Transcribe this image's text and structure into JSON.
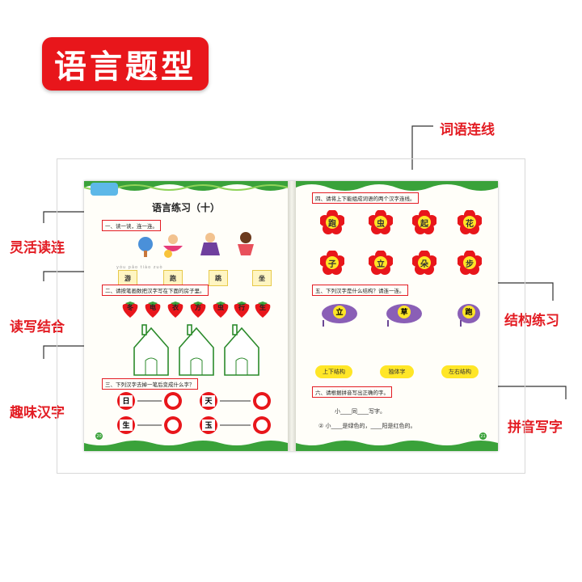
{
  "badge": {
    "title": "语言题型"
  },
  "labels": {
    "word_match": "词语连线",
    "flexible": "灵活读连",
    "read_write": "读写结合",
    "fun_chars": "趣味汉字",
    "structure": "结构练习",
    "pinyin": "拼音写字"
  },
  "left_page": {
    "title": "语言练习（十）",
    "q1": "一、读一读，连一连。",
    "q1_words": [
      "游",
      "跑",
      "跳",
      "坐"
    ],
    "q2": "二、请按笔画数把汉字写在下面的房子里。",
    "q2_chars": [
      "冬",
      "电",
      "衣",
      "方",
      "虫",
      "行",
      "生"
    ],
    "q3": "三、下列汉字去掉一笔后变成什么字？",
    "q3_chars": [
      "日",
      "天",
      "生",
      "玉"
    ],
    "page_num": "20"
  },
  "right_page": {
    "q4": "四、请将上下能组成词语的两个汉字连线。",
    "q4_top": [
      "跑",
      "虫",
      "起",
      "花"
    ],
    "q4_bottom": [
      "子",
      "立",
      "朵",
      "步"
    ],
    "q5": "五、下列汉字是什么结构？请连一连。",
    "q5_chars": [
      "立",
      "草",
      "跑"
    ],
    "q5_options": [
      "上下结构",
      "独体字",
      "左右结构"
    ],
    "q6": "六、请根据拼音写出正确的字。",
    "q6_line1": "小____同____写字。",
    "q6_line2": "② 小____是绿色的，____阳是红色的。",
    "page_num": "21"
  },
  "colors": {
    "accent": "#e31c23",
    "flower": "#e8161b",
    "pill": "#ffe627",
    "wave": "#3aa23a"
  }
}
